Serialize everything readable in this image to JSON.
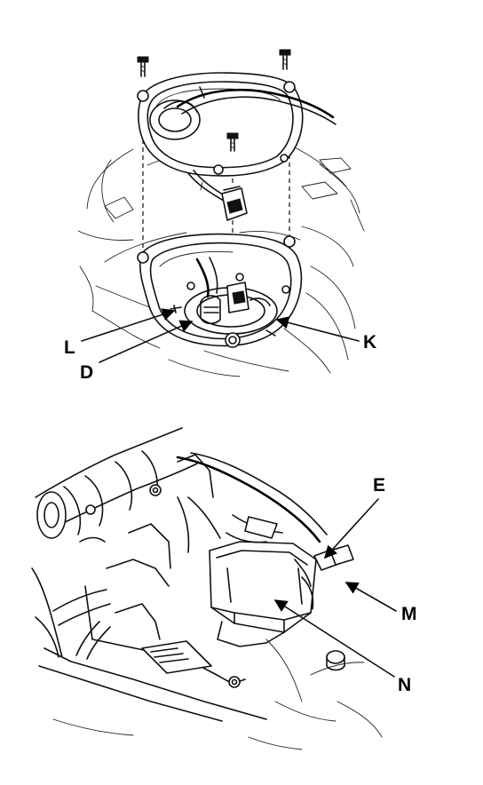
{
  "top_panel": {
    "callouts": {
      "L": "L",
      "D": "D",
      "K": "K"
    }
  },
  "bottom_panel": {
    "callouts": {
      "E": "E",
      "M": "M",
      "N": "N"
    }
  },
  "colors": {
    "line": "#111111",
    "background": "#ffffff"
  }
}
